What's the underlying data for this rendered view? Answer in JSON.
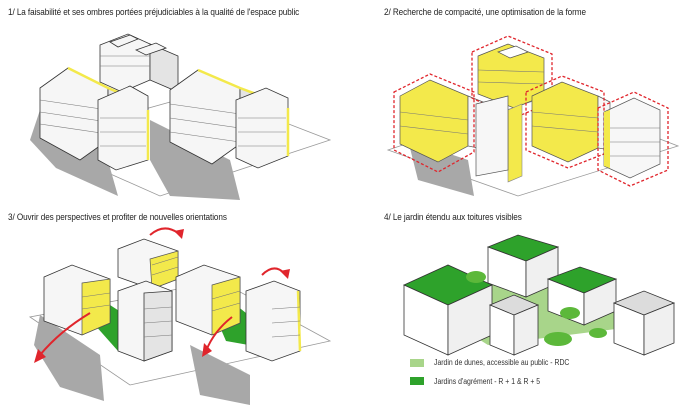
{
  "captions": {
    "panel1": "1/ La faisabilité et ses ombres portées préjudiciables à la qualité de l'espace public",
    "panel2": "2/ Recherche de compacité, une optimisation de la forme",
    "panel3": "3/ Ouvrir des perspectives et profiter de nouvelles orientations",
    "panel4": "4/ Le jardin étendu aux toitures visibles"
  },
  "legend": {
    "light_label": "Jardin de dunes, accessible au public - RDC",
    "dark_label": "Jardins d'agrément - R + 1 & R + 5"
  },
  "colors": {
    "shadow": "#a8a8a8",
    "building_face": "#f6f6f6",
    "building_side": "#e4e4e4",
    "outline": "#333333",
    "yellow": "#f3e94b",
    "red_dash": "#e0252c",
    "arrow_red": "#e0252c",
    "green_dark": "#2ea22b",
    "green_light": "#a8d58a",
    "tree": "#5cb83a"
  }
}
